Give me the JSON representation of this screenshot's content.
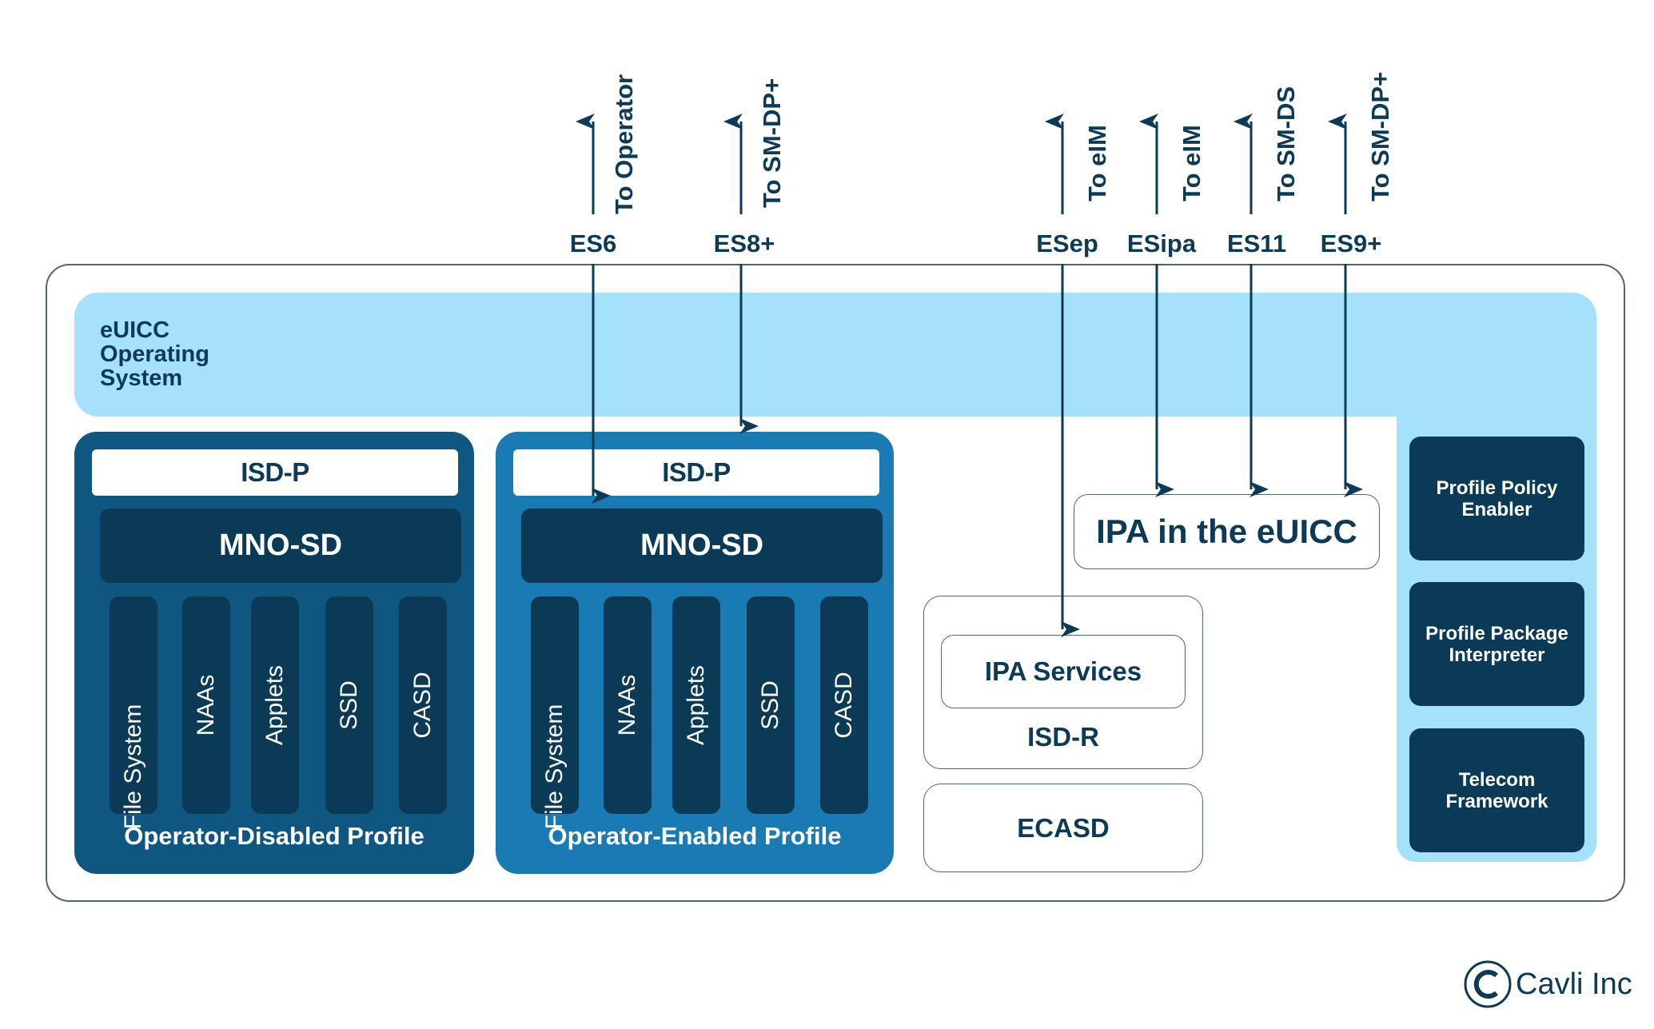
{
  "os": {
    "label": "eUICC\nOperating\nSystem"
  },
  "interfaces": [
    {
      "es": "ES6",
      "dest": "To Operator",
      "direction": "both",
      "target": "MNO-SD (Operator-Enabled Profile)"
    },
    {
      "es": "ES8+",
      "dest": "To SM-DP+",
      "direction": "both",
      "target": "ISD-P (Operator-Enabled Profile)"
    },
    {
      "es": "ESep",
      "dest": "To eIM",
      "direction": "both",
      "target": "IPA Services"
    },
    {
      "es": "ESipa",
      "dest": "To eIM",
      "direction": "both",
      "target": "IPA in the eUICC"
    },
    {
      "es": "ES11",
      "dest": "To SM-DS",
      "direction": "both",
      "target": "IPA in the eUICC"
    },
    {
      "es": "ES9+",
      "dest": "To SM-DP+",
      "direction": "both",
      "target": "IPA in the eUICC"
    }
  ],
  "profiles": [
    {
      "isdp": "ISD-P",
      "mno": "MNO-SD",
      "components": [
        "File System",
        "NAAs",
        "Applets",
        "SSD",
        "CASD"
      ],
      "title": "Operator-Disabled Profile"
    },
    {
      "isdp": "ISD-P",
      "mno": "MNO-SD",
      "components": [
        "File System",
        "NAAs",
        "Applets",
        "SSD",
        "CASD"
      ],
      "title": "Operator-Enabled Profile"
    }
  ],
  "ipa_euicc": "IPA in the eUICC",
  "isdr": {
    "label": "ISD-R",
    "inner": "IPA Services"
  },
  "ecasd": "ECASD",
  "os_modules": [
    "Profile Policy\nEnabler",
    "Profile Package\nInterpreter",
    "Telecom\nFramework"
  ],
  "logo": {
    "text": "Cavli Inc",
    "symbol": "C"
  },
  "colors": {
    "dark_navy": "#0b3a57",
    "disabled_profile": "#0f5780",
    "enabled_profile": "#1a7ab4",
    "os_light_blue": "#a6e1fb",
    "text_navy": "#0d3a56"
  }
}
